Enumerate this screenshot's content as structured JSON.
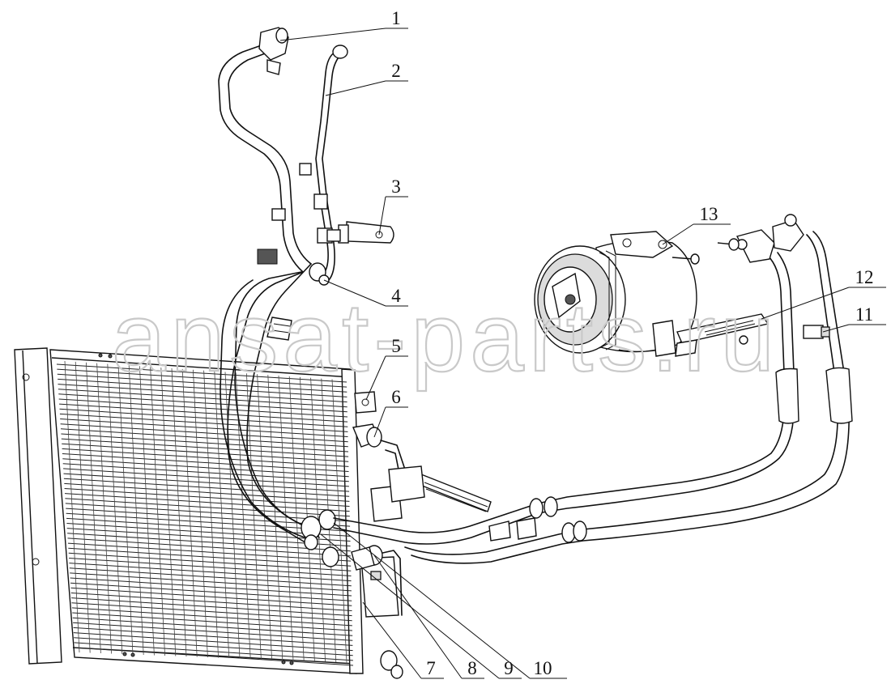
{
  "watermark": "ansat-parts.ru",
  "callouts": [
    {
      "label": "1"
    },
    {
      "label": "2"
    },
    {
      "label": "3"
    },
    {
      "label": "4"
    },
    {
      "label": "5"
    },
    {
      "label": "6"
    },
    {
      "label": "7"
    },
    {
      "label": "8"
    },
    {
      "label": "9"
    },
    {
      "label": "10"
    },
    {
      "label": "11"
    },
    {
      "label": "12"
    },
    {
      "label": "13"
    }
  ],
  "colors": {
    "line": "#111111",
    "watermark": "#c9c9c9",
    "background": "#ffffff"
  }
}
